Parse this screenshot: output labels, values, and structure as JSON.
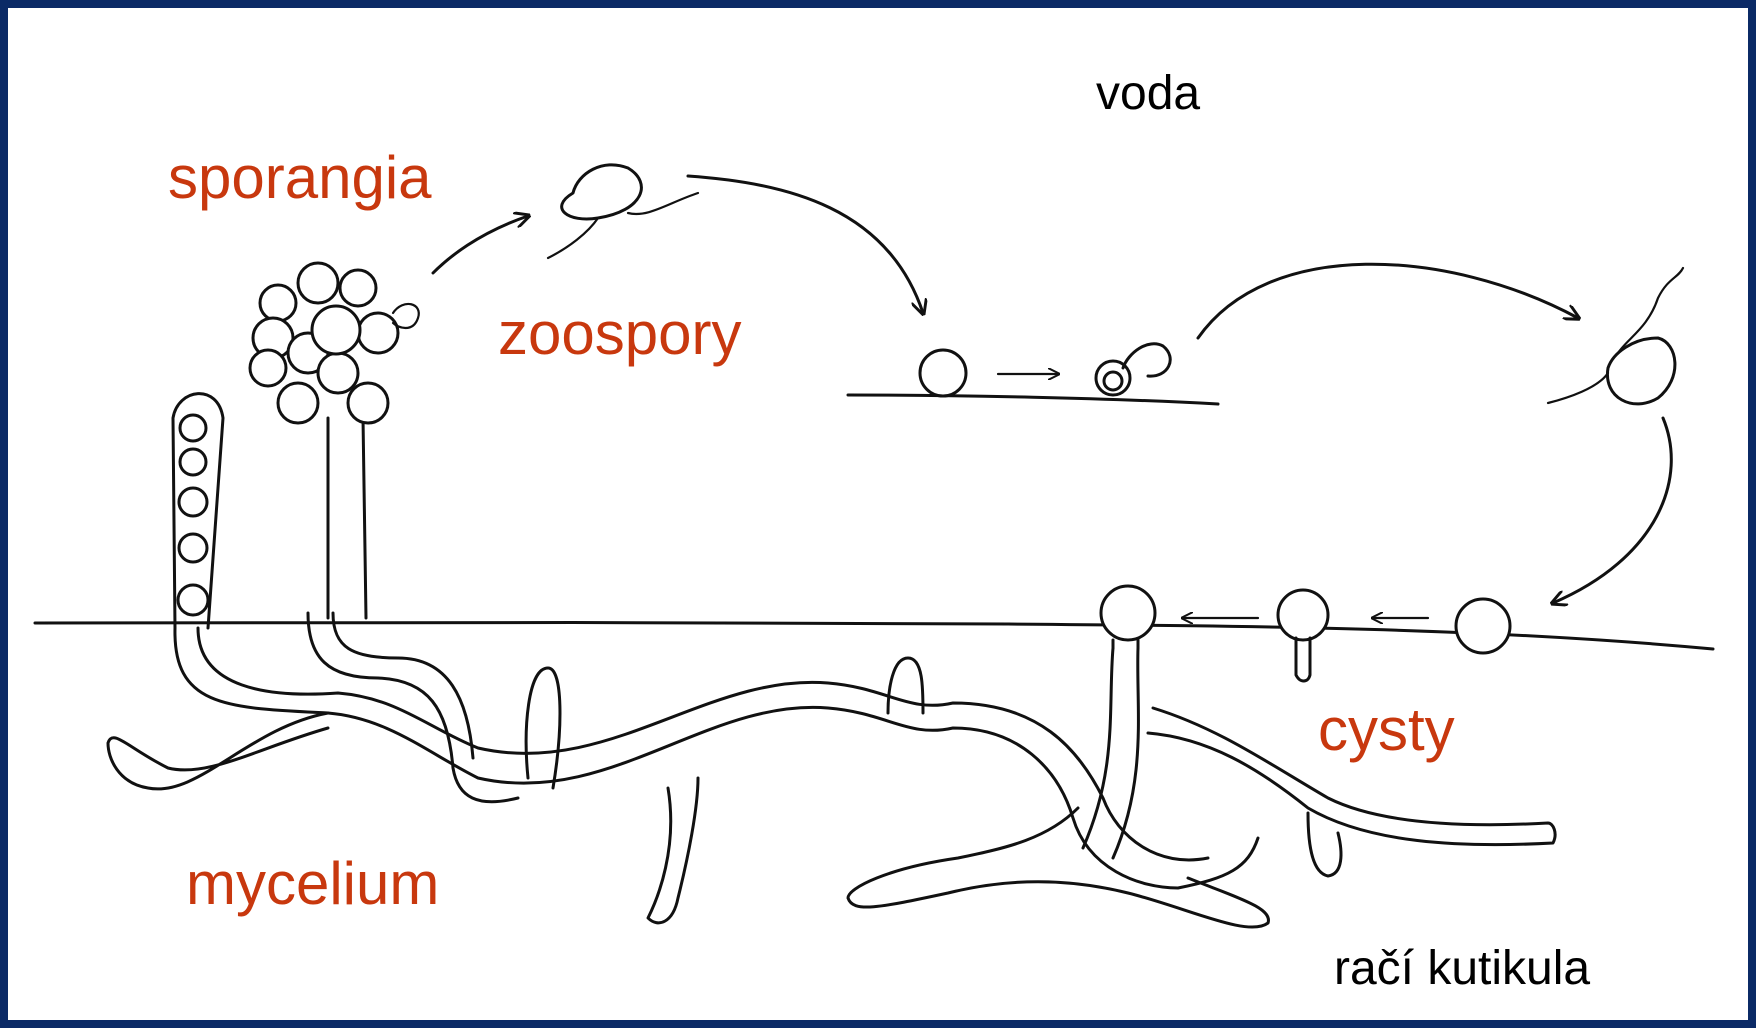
{
  "labels": {
    "voda": "voda",
    "sporangia": "sporangia",
    "zoospory": "zoospory",
    "cysty": "cysty",
    "mycelium": "mycelium",
    "raci_kutikula": "račí kutikula"
  },
  "colors": {
    "frame": "#0b2a66",
    "background": "#ffffff",
    "accent_label": "#c8380e",
    "ink": "#111111"
  }
}
